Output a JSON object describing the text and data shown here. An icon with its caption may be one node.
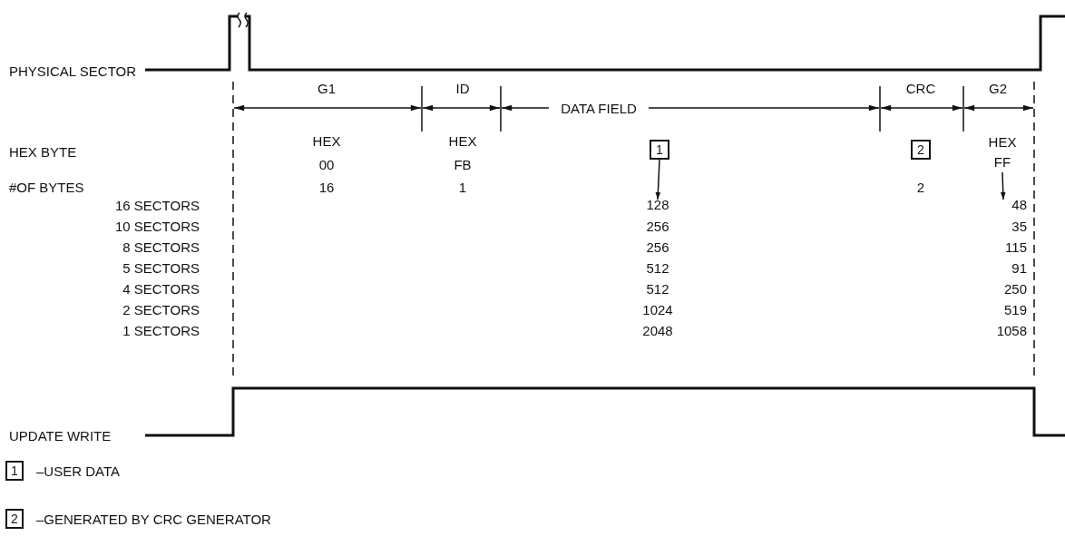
{
  "diagram": {
    "nodes": [
      {
        "text": [
          "1"
        ]
      },
      {
        "text": [
          "2"
        ]
      },
      {
        "text": [
          "HEX FF"
        ]
      },
      {
        "text": [
          "128"
        ]
      },
      {
        "text": [
          "48"
        ]
      },
      {
        "text": [
          "1"
        ],
        "beside": [
          "–USER DATA"
        ]
      },
      {
        "text": [
          "2"
        ],
        "beside": [
          "–GENERATED BY CRC GENERATOR"
        ]
      }
    ],
    "edges": [
      {
        "from": 0,
        "to": 3,
        "arrow": "to"
      },
      {
        "from": 2,
        "to": 4,
        "arrow": "to"
      }
    ],
    "labels": [
      "PHYSICAL SECTOR",
      "G1",
      "ID",
      "DATA FIELD",
      "CRC",
      "G2",
      "HEX BYTE",
      "HEX",
      "00",
      "HEX",
      "FB",
      "#OF BYTES",
      "16",
      "1",
      "2",
      "16 SECTORS",
      "10 SECTORS",
      "256",
      "35",
      "8 SECTORS",
      "256",
      "115",
      "5 SECTORS",
      "512",
      "91",
      "4 SECTORS",
      "512",
      "250",
      "2 SECTORS",
      "1024",
      "519",
      "1 SECTORS",
      "2048",
      "1058",
      "UPDATE WRITE"
    ]
  }
}
